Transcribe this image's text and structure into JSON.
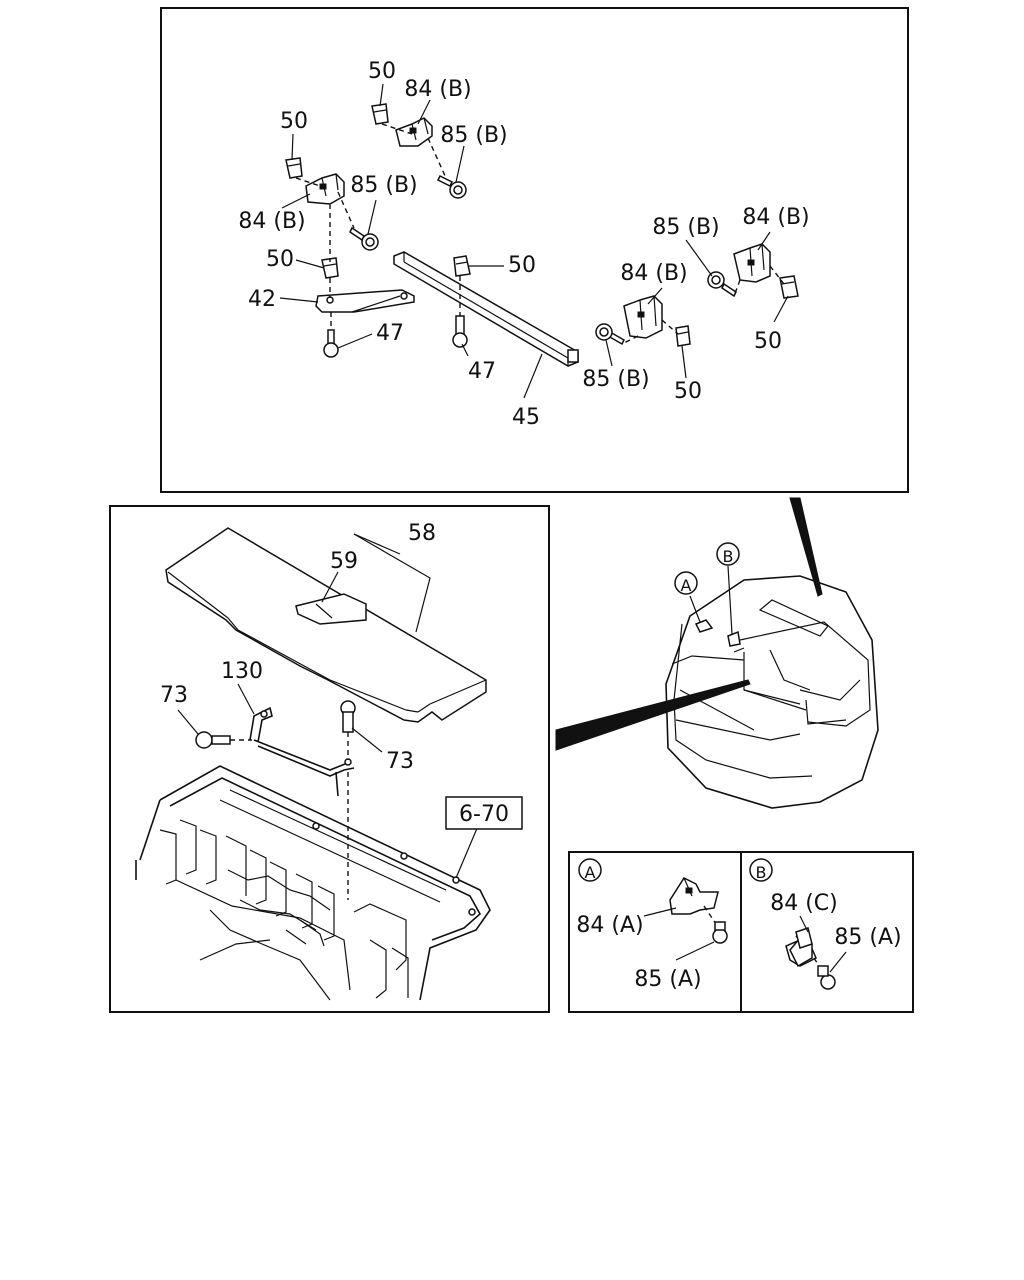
{
  "callouts": {
    "c50_a": "50",
    "c84b_a": "84 (B)",
    "c85b_a": "85 (B)",
    "c50_b": "50",
    "c85b_b": "85 (B)",
    "c84b_b": "84 (B)",
    "c50_c": "50",
    "c50_d": "50",
    "c42": "42",
    "c47_a": "47",
    "c47_b": "47",
    "c45": "45",
    "c85b_c": "85 (B)",
    "c84b_c": "84 (B)",
    "c84b_d": "84 (B)",
    "c85b_d": "85 (B)",
    "c50_e": "50",
    "c50_f": "50",
    "c58": "58",
    "c59": "59",
    "c130": "130",
    "c73_a": "73",
    "c73_b": "73",
    "c6_70": "6-70"
  },
  "markers": {
    "a": "A",
    "b": "B"
  },
  "detail_a": {
    "marker": "A",
    "c84a": "84 (A)",
    "c85a": "85 (A)"
  },
  "detail_b": {
    "marker": "B",
    "c84c": "84 (C)",
    "c85a": "85 (A)"
  }
}
